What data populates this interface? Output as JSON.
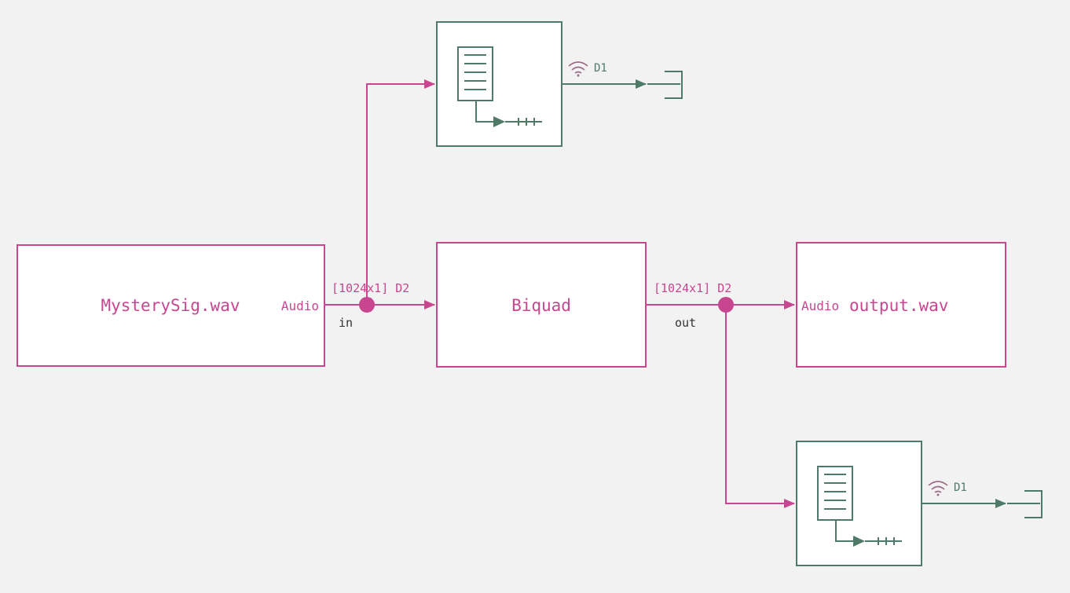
{
  "colors": {
    "background": "#f2f2f2",
    "signal": "#c7468f",
    "scope": "#4f7a68",
    "text": "#333333",
    "wifi": "#9c6b85"
  },
  "blocks": {
    "source": {
      "label": "MysterySig.wav",
      "port_label": "Audio"
    },
    "filter": {
      "label": "Biquad"
    },
    "sink": {
      "label": "output.wav",
      "port_label": "Audio"
    }
  },
  "signals": {
    "input": {
      "dims": "[1024x1] D2",
      "name": "in"
    },
    "output": {
      "dims": "[1024x1] D2",
      "name": "out"
    }
  },
  "scopes": {
    "top": {
      "rate": "D1",
      "icon": "log-to-workspace-icon",
      "wifi_icon": "wifi-icon"
    },
    "bottom": {
      "rate": "D1",
      "icon": "log-to-workspace-icon",
      "wifi_icon": "wifi-icon"
    }
  }
}
